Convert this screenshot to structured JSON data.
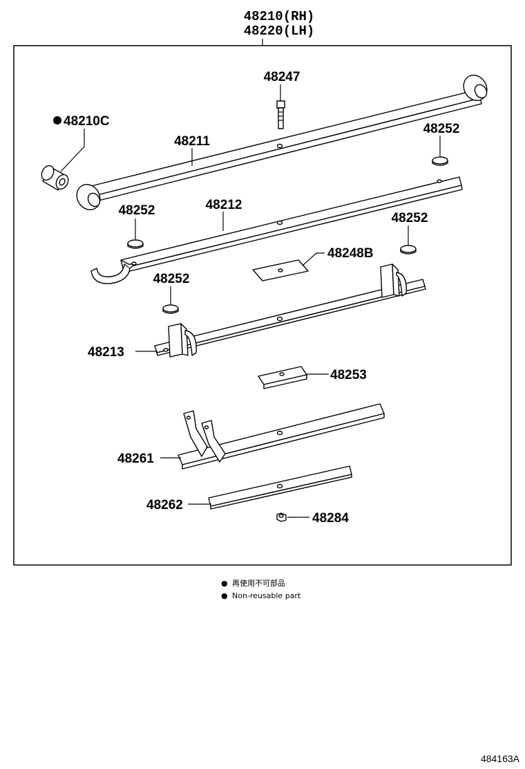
{
  "header": {
    "line1": "48210(RH)",
    "line2": "48220(LH)"
  },
  "labels": {
    "p48247": "48247",
    "p48210c": "48210C",
    "p48211": "48211",
    "p48252_top_right": "48252",
    "p48252_left": "48252",
    "p48212": "48212",
    "p48252_mid_right": "48252",
    "p48248b": "48248B",
    "p48252_lower_left": "48252",
    "p48213": "48213",
    "p48253": "48253",
    "p48261": "48261",
    "p48262": "48262",
    "p48284": "48284"
  },
  "legend": {
    "marker": "●",
    "line1": "再使用不可部品",
    "line2": "Non-reusable part"
  },
  "diagram_code": "484163A"
}
